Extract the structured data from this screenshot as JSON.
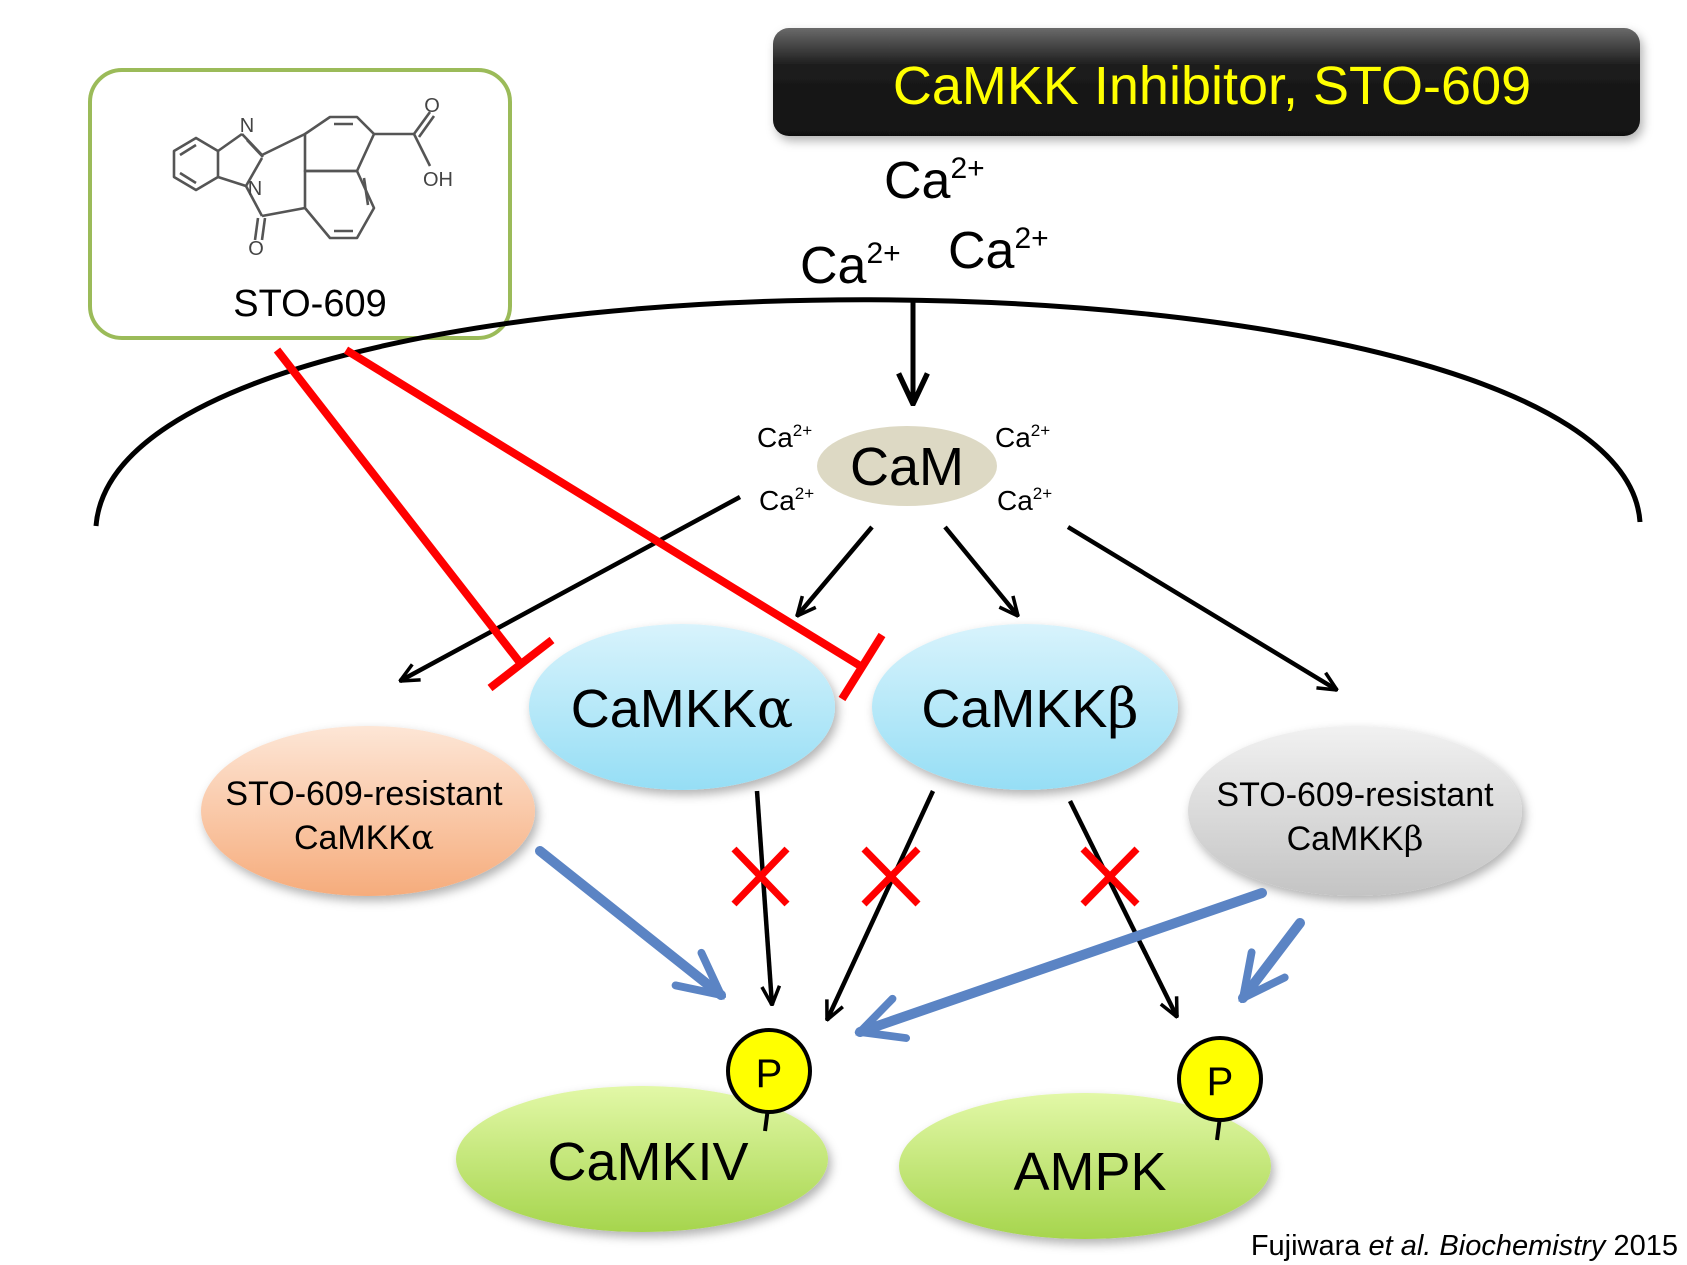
{
  "title": "CaMKK Inhibitor, STO-609",
  "compound": {
    "name": "STO-609",
    "atoms": {
      "n_top": "N",
      "n_bottom": "N",
      "o_carbonyl": "O",
      "o_acid": "O",
      "oh": "OH"
    }
  },
  "calcium": {
    "base": "Ca",
    "charge": "2+"
  },
  "nodes": {
    "cam": "CaM",
    "camkk_alpha": {
      "base": "CaMKK",
      "greek": "α"
    },
    "camkk_beta": {
      "base": "CaMKK",
      "greek": "β"
    },
    "resistant_alpha": {
      "line1": "STO-609-resistant",
      "line2_base": "CaMKK",
      "line2_greek": "α"
    },
    "resistant_beta": {
      "line1": "STO-609-resistant",
      "line2_base": "CaMKK",
      "line2_greek": "β"
    },
    "camkiv": "CaMKIV",
    "ampk": "AMPK",
    "phospho": "P"
  },
  "citation": {
    "authors": "Fujiwara",
    "etal": "et al.",
    "journal": "Biochemistry",
    "year": "2015"
  },
  "colors": {
    "title_bg": "#1c1c1c",
    "title_text": "#ffff00",
    "inhibit": "#ff0000",
    "resistant_arrow": "#5b84c4",
    "camkk_fill": "#a8e4f7",
    "resistant_alpha_fill": "#f8bd96",
    "resistant_beta_fill": "#d2d2d2",
    "target_fill": "#b8e06a",
    "phospho_fill": "#ffff00",
    "cam_fill": "#ddd9c4",
    "box_border": "#9bbb59"
  }
}
